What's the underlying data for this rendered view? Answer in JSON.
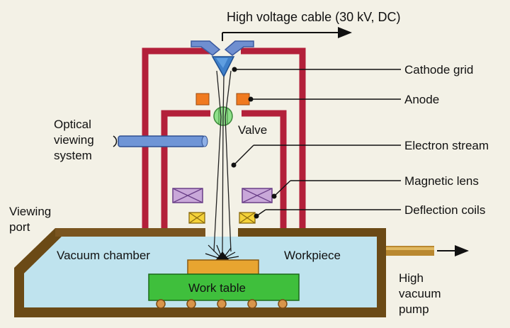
{
  "labels": {
    "cable": "High voltage cable (30 kV, DC)",
    "cathode_grid": "Cathode grid",
    "anode": "Anode",
    "optical_line1": "Optical",
    "optical_line2": "viewing",
    "optical_line3": "system",
    "valve": "Valve",
    "electron_stream": "Electron stream",
    "magnetic_lens": "Magnetic lens",
    "deflection_coils": "Deflection coils",
    "viewing_port_line1": "Viewing",
    "viewing_port_line2": "port",
    "vacuum_chamber": "Vacuum chamber",
    "workpiece": "Workpiece",
    "work_table": "Work table",
    "pump_line1": "High",
    "pump_line2": "vacuum",
    "pump_line3": "pump"
  },
  "colors": {
    "column": "#b3203a",
    "chamber_wall": "#6b4a16",
    "chamber_fill": "#bfe3ee",
    "anode": "#f07a20",
    "valve": "#8fe08a",
    "cathode": "#3e7fc9",
    "cathode_holder": "#6f8fd0",
    "magnetic_lens": "#c9a8d9",
    "deflection_coil": "#f4d23a",
    "workpiece": "#e8a530",
    "work_table": "#3fbf3c",
    "wheel": "#d8954a",
    "optical_tube": "#6f95d6",
    "pump_pipe": "#b98830"
  }
}
